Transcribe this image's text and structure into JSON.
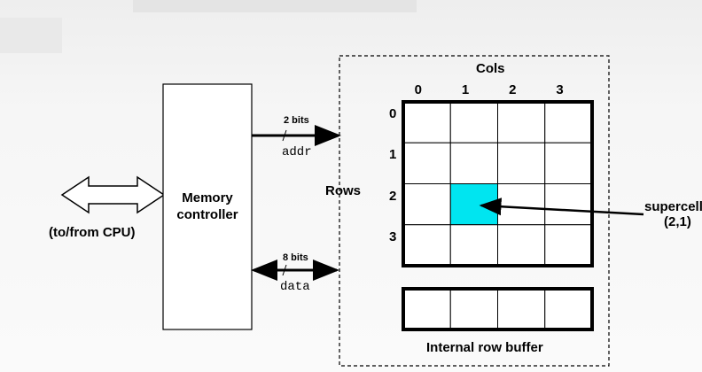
{
  "cpu_label": "(to/from CPU)",
  "controller": {
    "line1": "Memory",
    "line2": "controller"
  },
  "addr_bus": {
    "width_label": "2 bits",
    "signal": "addr"
  },
  "data_bus": {
    "width_label": "8 bits",
    "signal": "data"
  },
  "dram": {
    "cols_label": "Cols",
    "rows_label": "Rows",
    "col_indices": [
      "0",
      "1",
      "2",
      "3"
    ],
    "row_indices": [
      "0",
      "1",
      "2",
      "3"
    ],
    "highlight_cell": {
      "row": 2,
      "col": 1,
      "color": "#00e5f0"
    },
    "row_buffer_label": "Internal row buffer"
  },
  "supercell": {
    "line1": "supercell",
    "line2": "(2,1)"
  },
  "colors": {
    "stroke": "#000000",
    "highlight": "#00e5f0"
  }
}
